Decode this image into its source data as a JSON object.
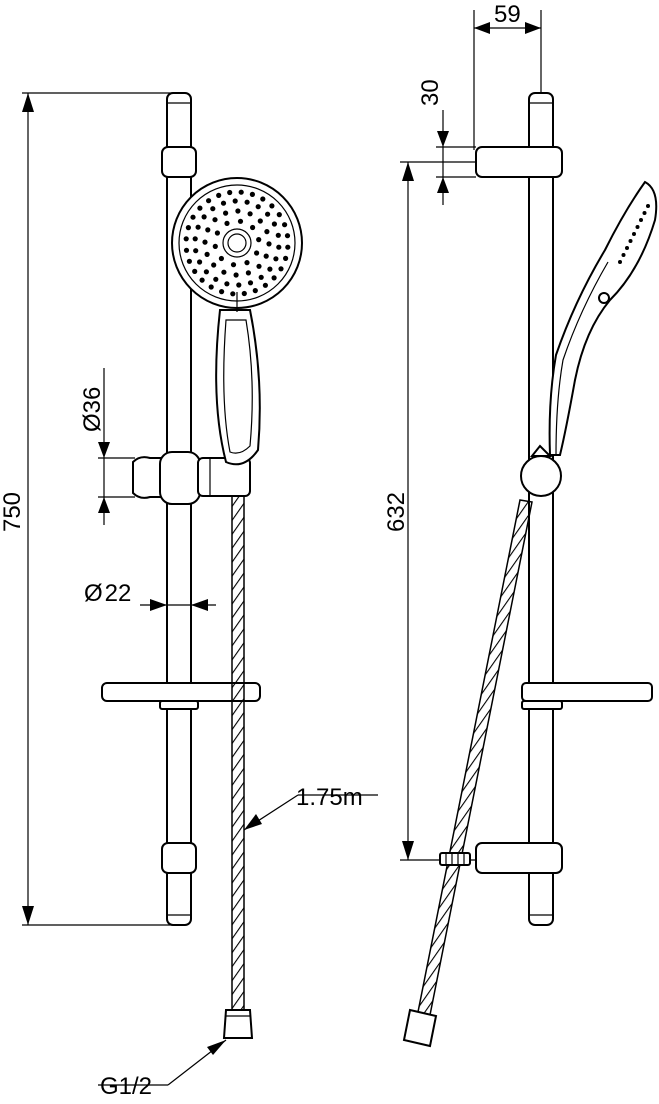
{
  "dimensions": {
    "total_height": "750",
    "bracket_diameter": "36",
    "rail_diameter": "22",
    "hose_length": "1.75m",
    "connector_thread": "G1/2",
    "projection": "59",
    "bracket_height": "30",
    "bracket_spacing": "632"
  },
  "diameter_symbol": "Ø",
  "colors": {
    "line": "#000000",
    "background": "#ffffff"
  }
}
